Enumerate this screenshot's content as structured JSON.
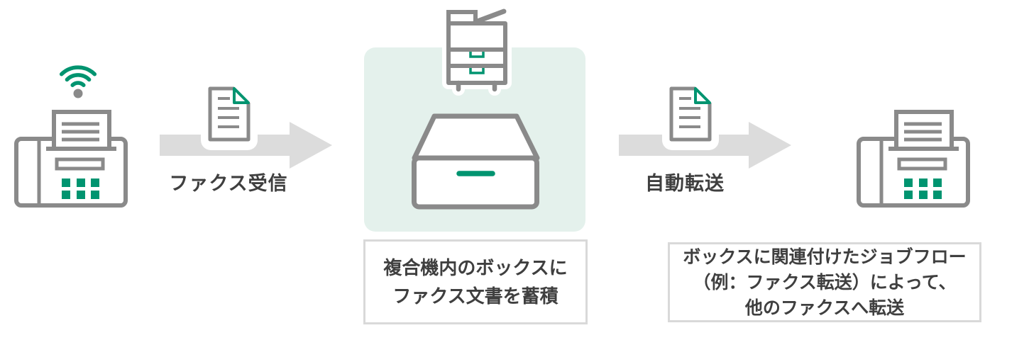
{
  "diagram": {
    "colors": {
      "accent_green": "#009470",
      "mint_background": "#e4f1ec",
      "icon_gray": "#8a8a8a",
      "arrow_gray": "#dcdcdc",
      "text_dark": "#3f3f3f",
      "caption_border": "#d9d9d9"
    },
    "icons": [
      "wifi-icon",
      "fax-machine-icon",
      "document-icon",
      "arrow-right-icon",
      "multifunction-printer-icon",
      "storage-box-icon"
    ],
    "step_receive": {
      "label": "ファクス受信"
    },
    "step_forward": {
      "label": "自動転送"
    },
    "center_caption": {
      "lines": [
        "複合機内のボックスに",
        "ファクス文書を蓄積"
      ]
    },
    "right_caption": {
      "lines": [
        "ボックスに関連付けたジョブフロー",
        "（例：ファクス転送）によって、",
        "他のファクスへ転送"
      ]
    }
  }
}
